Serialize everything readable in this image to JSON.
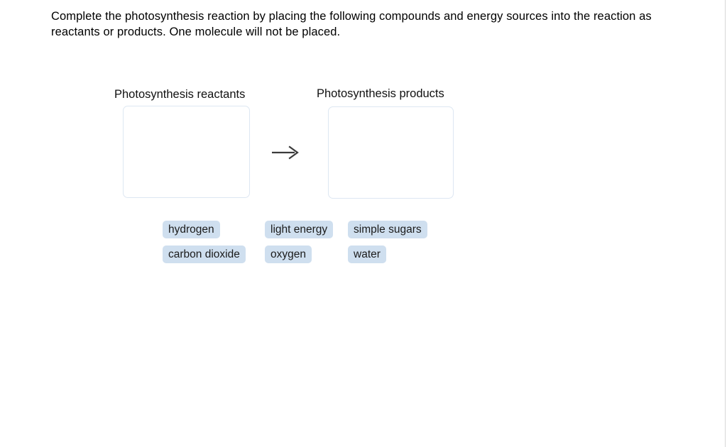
{
  "prompt": {
    "text": "Complete the photosynthesis reaction by placing the following compounds and energy sources into the reaction as reactants or products. One molecule will not be placed."
  },
  "reaction": {
    "reactants": {
      "label": "Photosynthesis reactants",
      "placed_items": []
    },
    "operator": {
      "icon": "right-arrow-icon",
      "glyph": "→"
    },
    "products": {
      "label": "Photosynthesis products",
      "placed_items": []
    }
  },
  "chip_tray": {
    "chips": [
      {
        "label": "hydrogen",
        "row": 1,
        "column": 1
      },
      {
        "label": "light energy",
        "row": 1,
        "column": 2
      },
      {
        "label": "simple sugars",
        "row": 1,
        "column": 3
      },
      {
        "label": "carbon dioxide",
        "row": 2,
        "column": 1
      },
      {
        "label": "oxygen",
        "row": 2,
        "column": 2
      },
      {
        "label": "water",
        "row": 2,
        "column": 3
      }
    ]
  },
  "colors": {
    "page_background": "#ffffff",
    "text": "#000000",
    "chip_background": "#cfdfef",
    "chip_text": "#1b1b1b",
    "dropbox_border": "#dde7f2",
    "arrow": "#3b3b3b",
    "right_rule": "#d7d7d7"
  }
}
